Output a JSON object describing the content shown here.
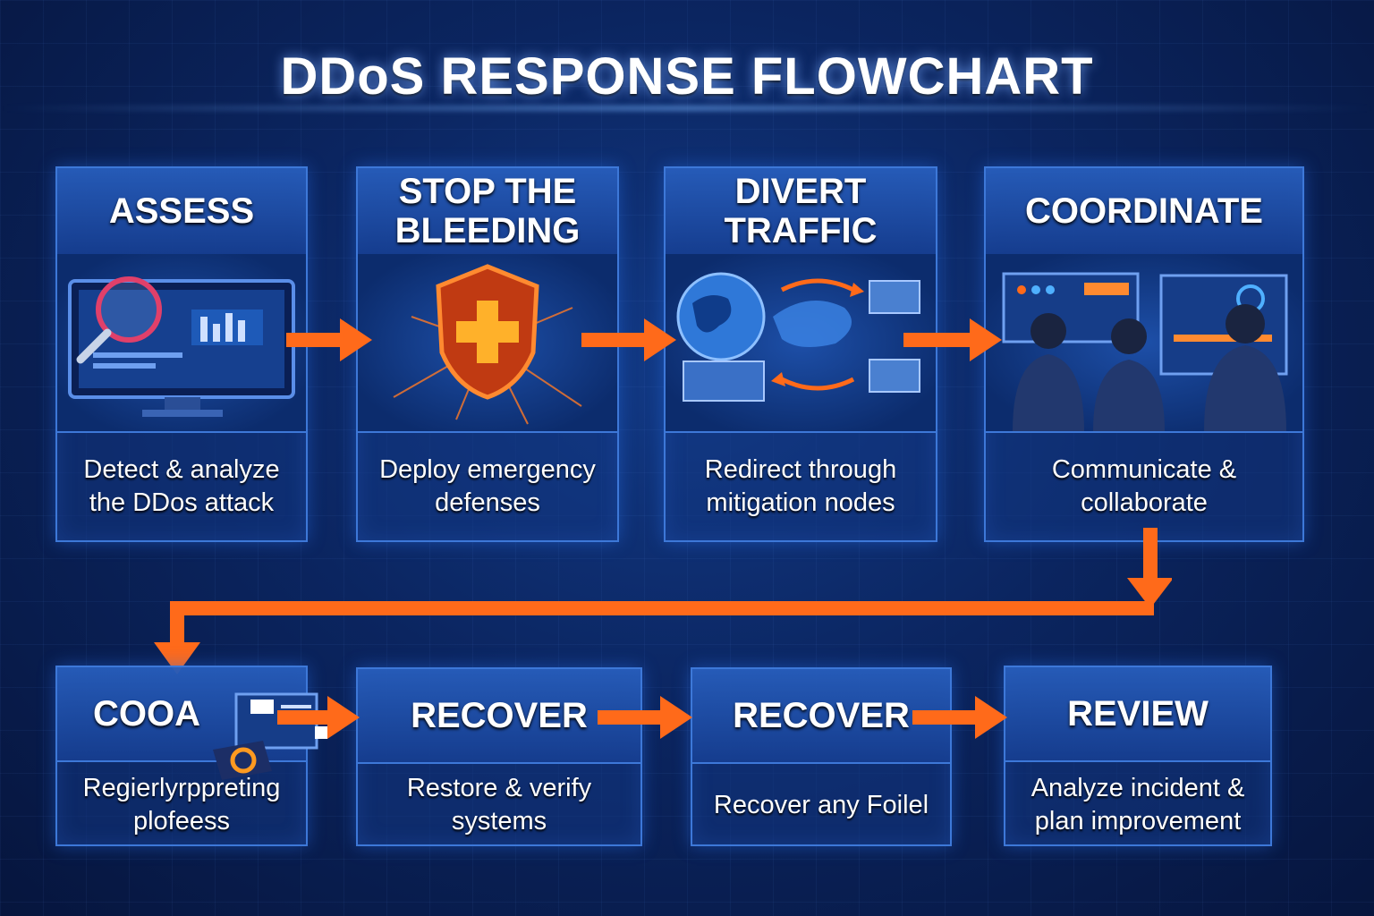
{
  "title": "DDoS RESPONSE FLOWCHART",
  "colors": {
    "accent": "#ff6a1a",
    "panel_border": "#3d78d8",
    "background": "#0b2560"
  },
  "steps_top": [
    {
      "heading": "ASSESS",
      "description": "Detect & analyze the DDos attack",
      "icon": "magnifier-monitor-icon"
    },
    {
      "heading": "STOP THE BLEEDING",
      "description": "Deploy emergency defenses",
      "icon": "shield-cross-icon"
    },
    {
      "heading": "DIVERT TRAFFIC",
      "description": "Redirect through mitigation nodes",
      "icon": "globe-servers-icon"
    },
    {
      "heading": "COORDINATE",
      "description": "Communicate & collaborate",
      "icon": "team-monitors-icon"
    }
  ],
  "steps_bottom": [
    {
      "heading": "COOA",
      "description": "Regierlyrppreting plofeess",
      "icon": "terminal-gear-icon"
    },
    {
      "heading": "RECOVER",
      "description": "Restore & verify systems"
    },
    {
      "heading": "RECOVER",
      "description": "Recover any Foilel"
    },
    {
      "heading": "REVIEW",
      "description": "Analyze incident & plan improvement"
    }
  ]
}
